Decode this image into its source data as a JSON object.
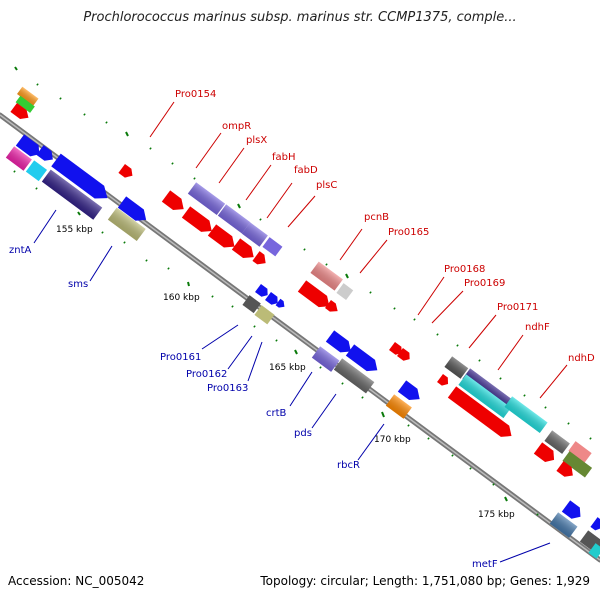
{
  "header": {
    "title": "Prochlorococcus marinus subsp. marinus str. CCMP1375, comple..."
  },
  "footer": {
    "accession": "Accession: NC_005042",
    "summary": "Topology: circular; Length: 1,751,080 bp; Genes: 1,929"
  },
  "scale_ticks": [
    "155 kbp",
    "160 kbp",
    "165 kbp",
    "170 kbp",
    "175 kbp"
  ],
  "top_labels": [
    "Pro0154",
    "ompR",
    "plsX",
    "fabH",
    "fabD",
    "plsC",
    "pcnB",
    "Pro0165",
    "Pro0168",
    "Pro0169",
    "Pro0171",
    "ndhF",
    "ndhD"
  ],
  "bottom_labels": [
    "zntA",
    "sms",
    "Pro0161",
    "Pro0162",
    "Pro0163",
    "crtB",
    "pds",
    "rbcR",
    "metF"
  ],
  "colors": {
    "forward_strand": "#0000ee",
    "reverse_strand": "#ee0000",
    "backbone": "#888888",
    "tick": "#007700",
    "label_top": "#cc0000",
    "label_bottom": "#0000aa"
  }
}
